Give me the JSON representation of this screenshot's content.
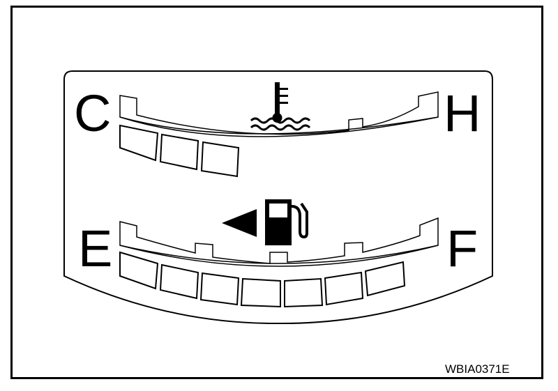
{
  "temp_gauge": {
    "low_label": "C",
    "high_label": "H",
    "icon": "coolant-temperature-icon",
    "segments_total": 3,
    "segments_lit": 3
  },
  "fuel_gauge": {
    "low_label": "E",
    "high_label": "F",
    "icon": "fuel-pump-icon",
    "side_indicator": "left-arrow-icon",
    "segments_total": 7,
    "segments_lit": 7
  },
  "figure_code": "WBIA0371E",
  "colors": {
    "ink": "#000000",
    "background": "#ffffff"
  }
}
